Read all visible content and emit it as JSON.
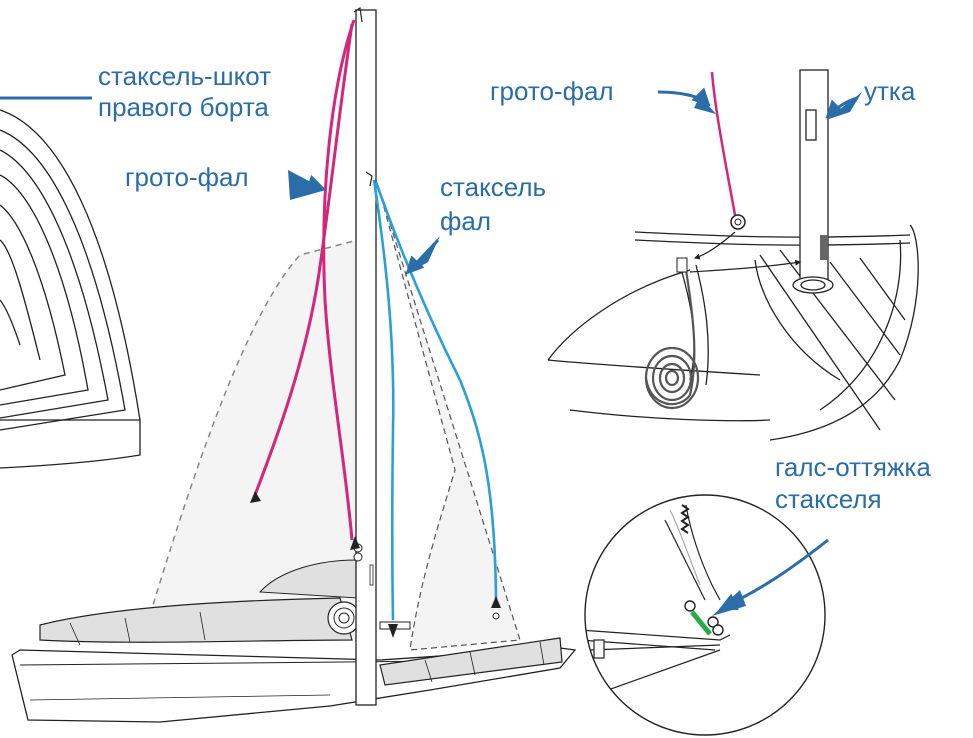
{
  "labels": {
    "jib_sheet_line1": "стаксель-шкот",
    "jib_sheet_line2": "правого борта",
    "main_halyard_left": "грото-фал",
    "jib_halyard_line1": "стаксель",
    "jib_halyard_line2": "фал",
    "main_halyard_right": "грото-фал",
    "cleat": "утка",
    "jib_tack_line1": "галс-оттяжка",
    "jib_tack_line2": "стакселя"
  },
  "colors": {
    "label_text": "#2a6da8",
    "arrow": "#2a6da8",
    "main_halyard": "#d4267a",
    "jib_halyard": "#2a9fd8",
    "jib_tack": "#2aa84a",
    "outline": "#222222",
    "sail_dashed": "#888888"
  }
}
